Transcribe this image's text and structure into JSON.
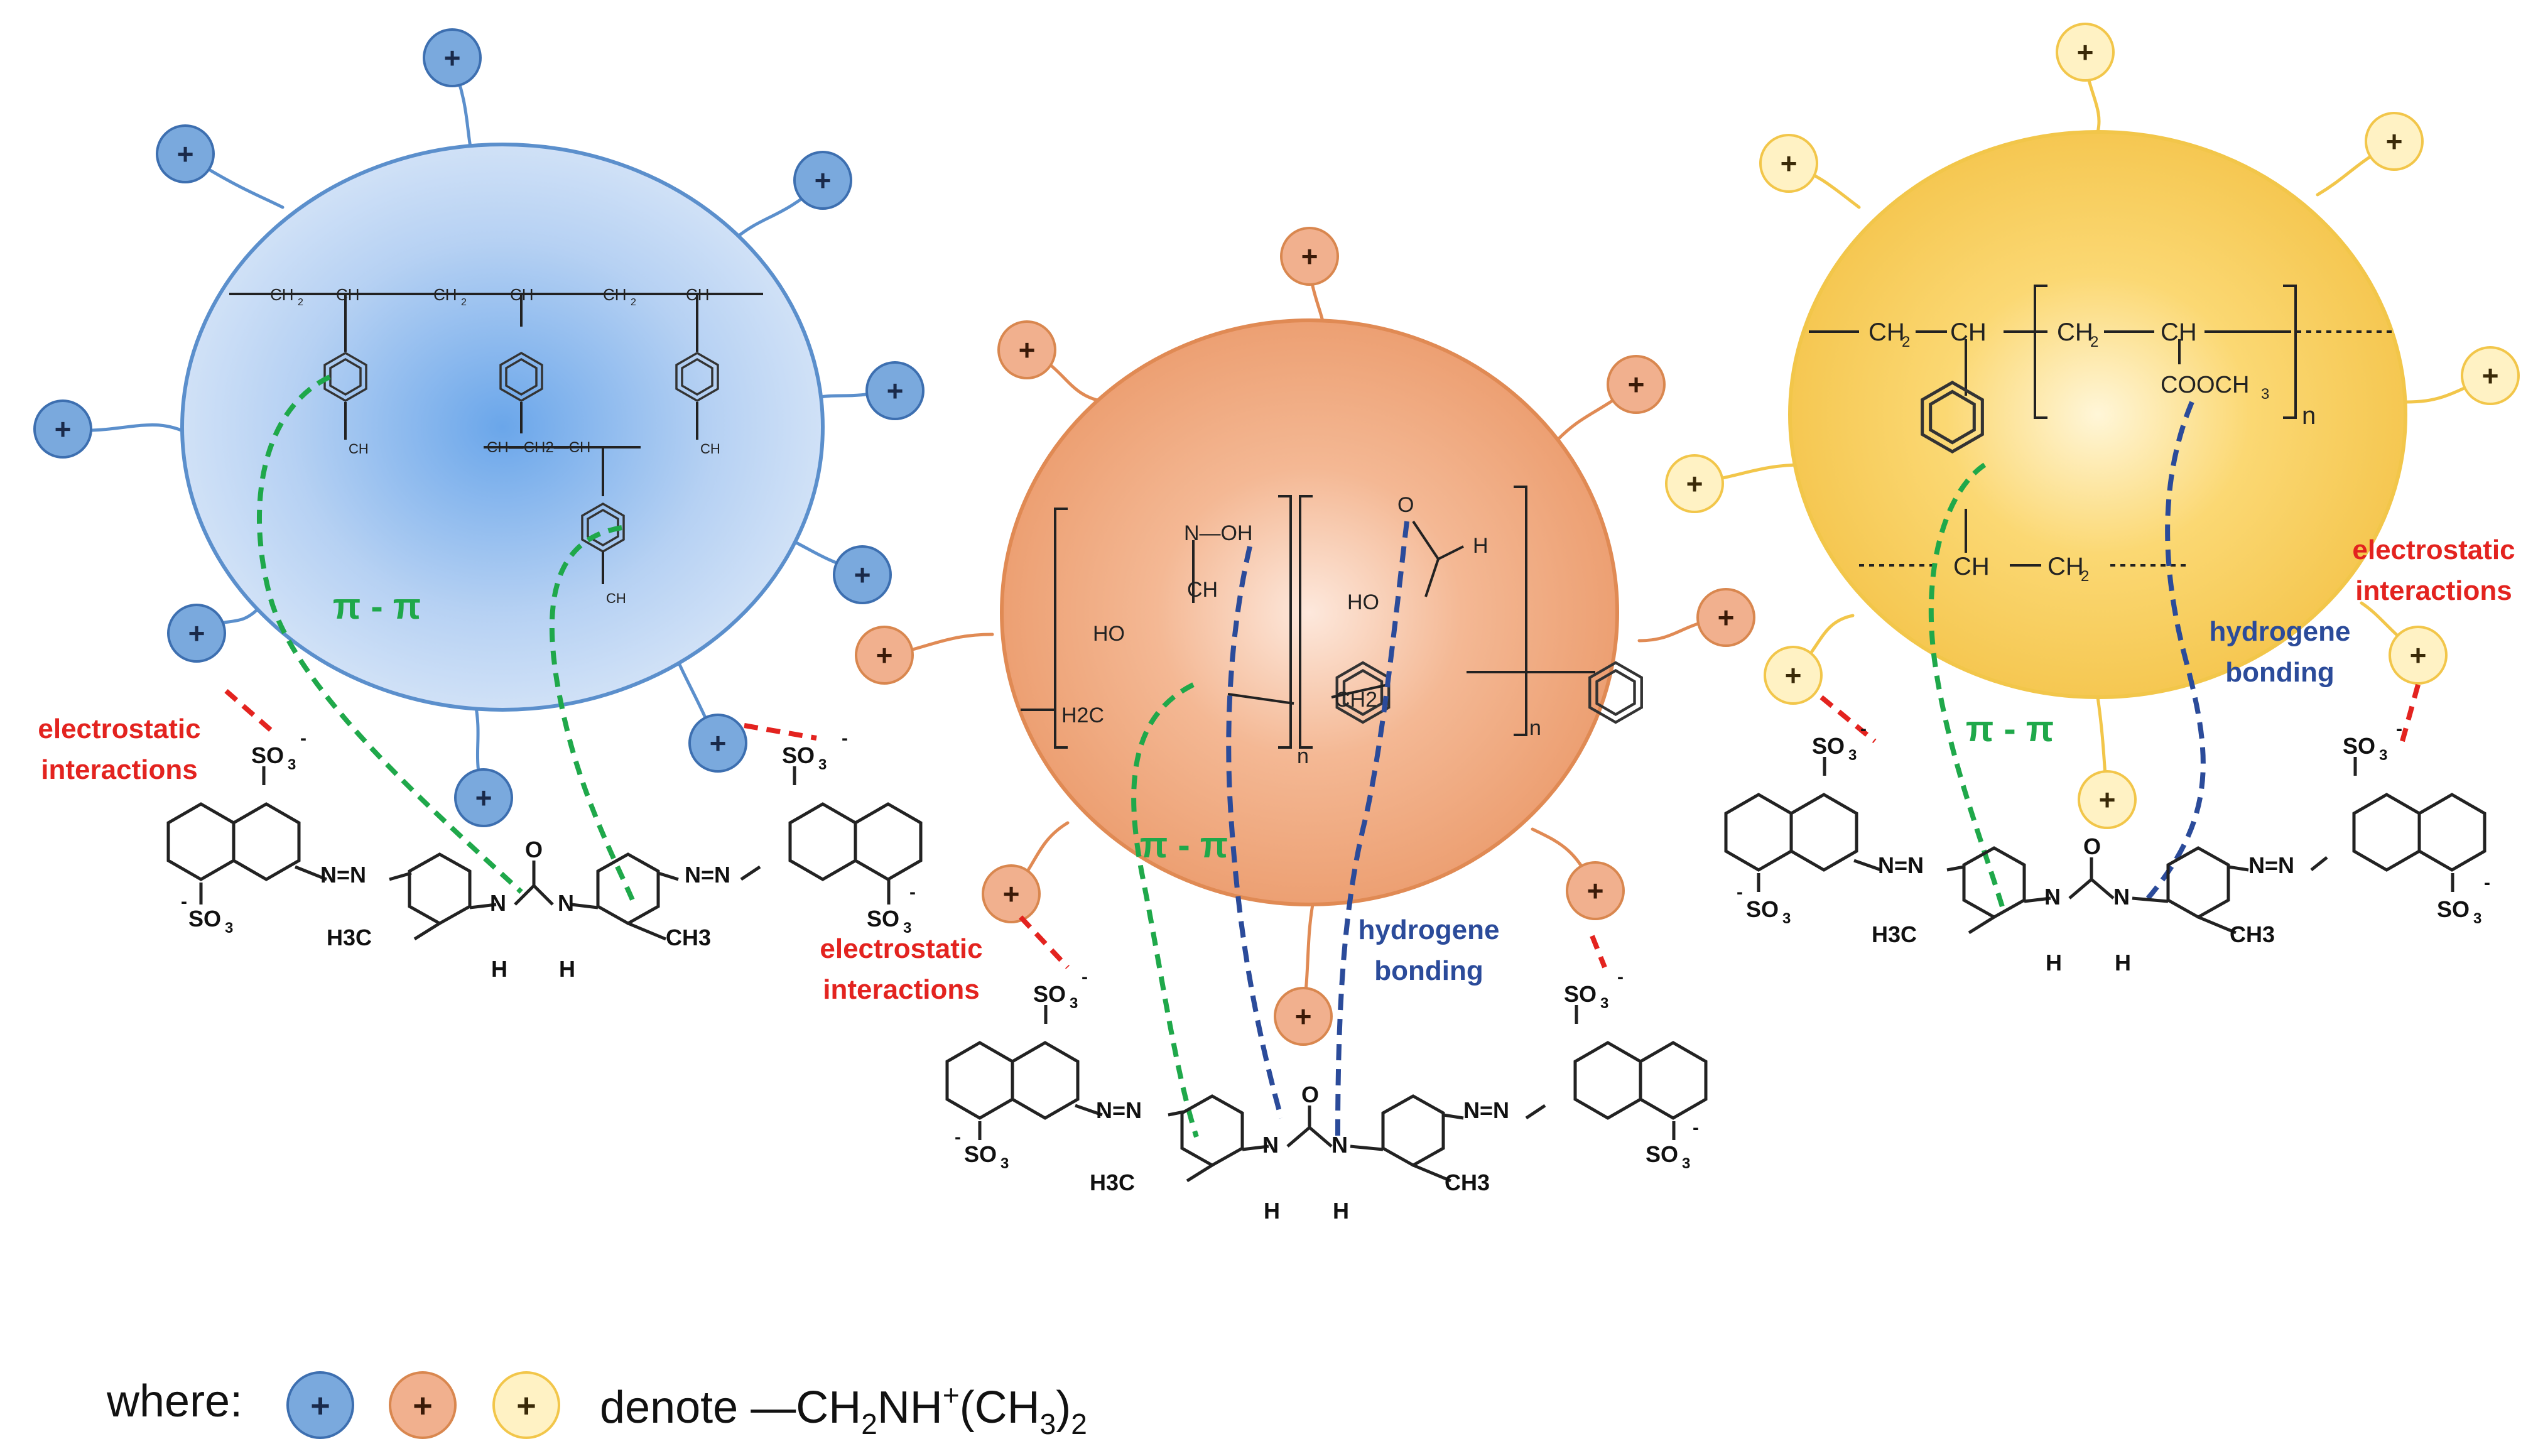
{
  "colors": {
    "blue_charge": "#7aa9dd",
    "blue_stroke": "#3d6fb0",
    "orange_charge": "#f1b08e",
    "orange_stroke": "#d9874f",
    "yellow_charge": "#fff2c4",
    "yellow_stroke": "#f2c64a",
    "pi_line": "#1fa84a",
    "hbond_line": "#2b4b9a",
    "electrostatic_line": "#e3231f",
    "electrostatic_text": "#e3231f",
    "hbond_text": "#2b4b9a"
  },
  "charge_symbol": "+",
  "labels": {
    "pi_pi": "π - π",
    "electrostatic": [
      "electrostatic",
      "interactions"
    ],
    "hydrogen_bonding": [
      "hydrogene",
      "bonding"
    ],
    "minus": "-",
    "n": "n"
  },
  "polymer_blue": {
    "ch2": "CH",
    "ch": "CH",
    "sub2": "2",
    "bridge": "CH—CH2—CH"
  },
  "polymer_orange": {
    "noh": "N—OH",
    "ch": "CH",
    "ho": "HO",
    "h2c": "H2C",
    "ch2": "CH2",
    "cho_o": "O",
    "cho_h": "H",
    "ho2": "HO"
  },
  "polymer_yellow": {
    "ch2": "CH",
    "sub2": "2",
    "ch": "CH",
    "cooch3": "COOCH",
    "sub3": "3",
    "ch_low": "CH",
    "ch2_low": "CH"
  },
  "dye": {
    "so3": "SO",
    "sub3": "3",
    "minus": "-",
    "azo": "N=N",
    "h3c": "H3C",
    "ch3": "CH3",
    "nh_n": "N",
    "nh_h": "H",
    "carbonyl_o": "O"
  },
  "legend": {
    "where": "where:",
    "denote": "denote —CH",
    "sub2": "2",
    "nh": "NH",
    "sup_plus": "+",
    "ch3": "(CH",
    "sub3": "3",
    "close": ")",
    "sub2b": "2"
  }
}
